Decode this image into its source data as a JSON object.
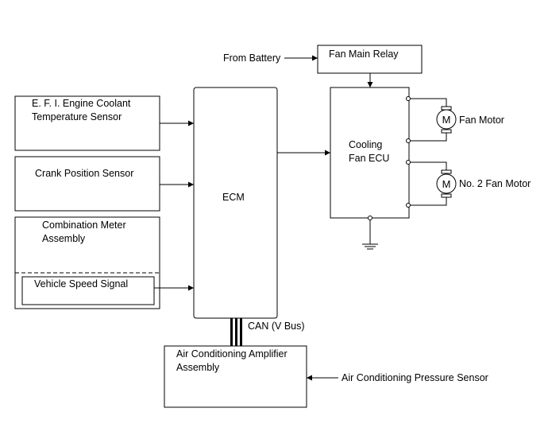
{
  "blocks": {
    "efi_sensor": {
      "line1": "E. F. I. Engine Coolant",
      "line2": "Temperature Sensor"
    },
    "crank_sensor": {
      "label": "Crank Position Sensor"
    },
    "combination_meter": {
      "line1": "Combination Meter",
      "line2": "Assembly"
    },
    "vehicle_speed": {
      "label": "Vehicle Speed Signal"
    },
    "ecm": {
      "label": "ECM"
    },
    "fan_main_relay": {
      "label": "Fan Main Relay"
    },
    "cooling_fan_ecu": {
      "line1": "Cooling",
      "line2": "Fan ECU"
    },
    "ac_amplifier": {
      "line1": "Air Conditioning Amplifier",
      "line2": "Assembly"
    }
  },
  "connections": {
    "from_battery": "From Battery",
    "can_bus": "CAN (V Bus)",
    "ac_pressure_sensor": "Air Conditioning Pressure Sensor"
  },
  "motors": {
    "fan_motor": {
      "symbol": "M",
      "label": "Fan Motor"
    },
    "fan_motor_2": {
      "symbol": "M",
      "label": "No. 2 Fan Motor"
    }
  }
}
